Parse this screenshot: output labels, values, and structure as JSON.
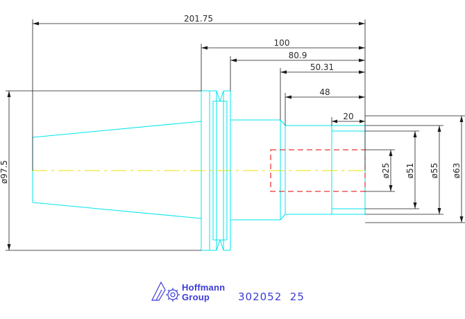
{
  "drawing": {
    "dimensions": {
      "overall_length": "201.75",
      "length_100": "100",
      "length_80_9": "80.9",
      "length_50_31": "50.31",
      "length_48": "48",
      "length_20": "20",
      "dia_97_5": "ø97.5",
      "dia_25": "ø25",
      "dia_51": "ø51",
      "dia_55": "ø55",
      "dia_63": "ø63"
    },
    "colors": {
      "outline": "#00e5ee",
      "dimension": "#1a1a1a",
      "centerline": "#e8e000",
      "hidden": "#e00000",
      "brand": "#3b3bd6"
    }
  },
  "footer": {
    "brand_line1": "Hoffmann",
    "brand_line2": "Group",
    "part_number": "302052  25"
  }
}
